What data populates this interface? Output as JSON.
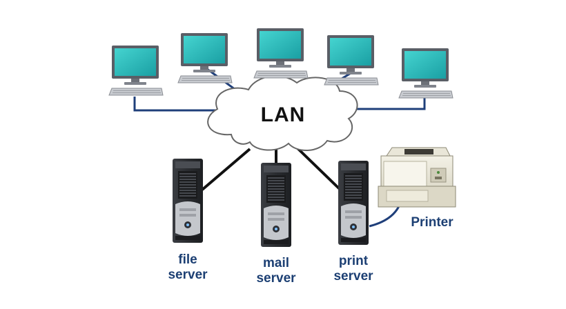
{
  "network": {
    "hub_label": "LAN",
    "workstation_count": 5,
    "servers": [
      {
        "line1": "file",
        "line2": "server"
      },
      {
        "line1": "mail",
        "line2": "server"
      },
      {
        "line1": "print",
        "line2": "server"
      }
    ],
    "printer_label": "Printer"
  },
  "colors": {
    "screen": "#2bbcbc",
    "monitor_frame": "#5a5e66",
    "cable_workstation": "#1f3f7a",
    "cable_server": "#111111",
    "label_text": "#1c3f73",
    "cloud_fill": "#ffffff",
    "cloud_stroke": "#666666"
  },
  "icons": [
    "monitor-icon",
    "keyboard-icon",
    "cloud-icon",
    "server-tower-icon",
    "printer-icon"
  ]
}
